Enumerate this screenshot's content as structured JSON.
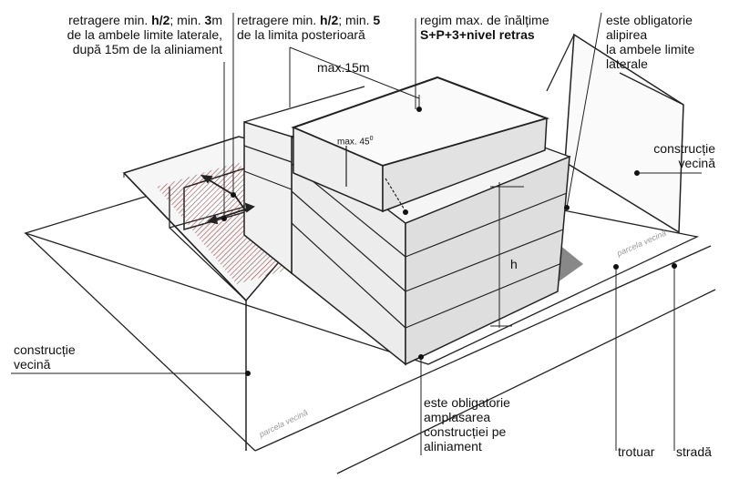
{
  "labels": {
    "lateral_setback": {
      "l1a": "retragere min. ",
      "l1b": "h/2",
      "l1c": "; min. ",
      "l1d": "3",
      "l1e": "m",
      "l2": "de la ambele limite laterale,",
      "l3": "după 15m de la aliniament"
    },
    "rear_setback": {
      "l1a": "retragere min. ",
      "l1b": "h/2",
      "l1c": "; min. ",
      "l1d": "5",
      "l2": "de la limita posterioară"
    },
    "height_regime": {
      "l1": "regim max. de înălțime",
      "l2": "S+P+3+nivel retras"
    },
    "lateral_attach": {
      "l1": "este obligatorie",
      "l2": "alipirea",
      "l3": "la ambele limite",
      "l4": "laterale"
    },
    "max15m": "max.15m",
    "max45": "max. 45",
    "max45_sup": "0",
    "h": "h",
    "neighbour_right": {
      "l1": "construcție",
      "l2": "vecină"
    },
    "neighbour_left": {
      "l1": "construcție",
      "l2": "vecină"
    },
    "alignment": {
      "l1": "este obligatorie",
      "l2": "amplasarea",
      "l3": "construcției pe",
      "l4": "aliniament"
    },
    "trotuar": "trotuar",
    "strada": "stradă",
    "parcela_right": "parcela vecină",
    "parcela_left": "parcela vecină"
  }
}
